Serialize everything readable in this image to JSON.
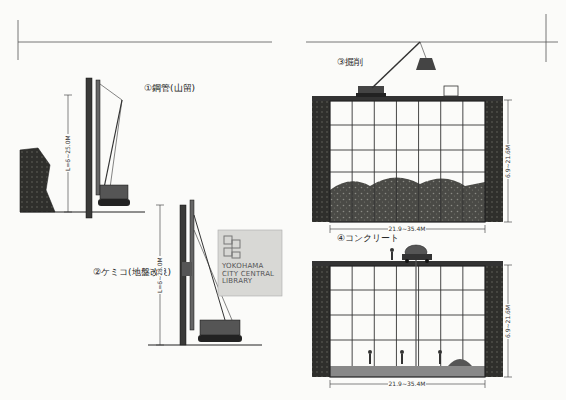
{
  "diagram": {
    "nodes": [
      {
        "text": [
          "YOKOHAMA CITY CENTRAL LIBRARY"
        ]
      }
    ],
    "labels": [
      "①鋼管(山留)",
      "L=6~25.0M",
      "②ケミコ(地盤改良)",
      "L=6~28.0M",
      "③掘削",
      "6.9~21.6M",
      "21.9~35.4M",
      "④コンクリート",
      "6.9~21.6M",
      "21.9~35.4M"
    ]
  }
}
